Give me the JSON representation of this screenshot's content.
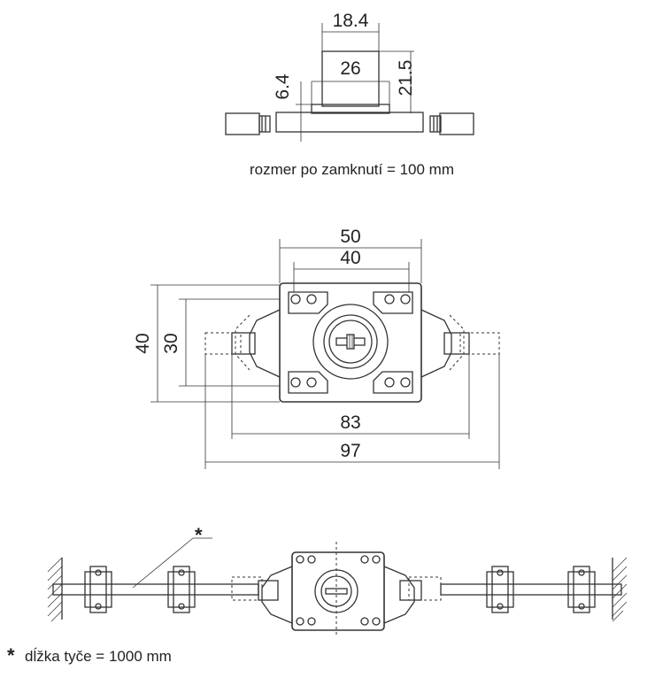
{
  "top_view": {
    "dims": {
      "width_top": "18.4",
      "width_inner": "26",
      "height_total": "21.5",
      "height_base": "6.4"
    },
    "caption": "rozmer po zamknutí = 100 mm"
  },
  "front_view": {
    "dims": {
      "outer_width": "50",
      "inner_width": "40",
      "outer_height": "40",
      "inner_height": "30",
      "bolt_span": "83",
      "total_span": "97"
    }
  },
  "assembly_view": {
    "marker": "*",
    "footnote_marker": "*",
    "footnote": "dĺžka tyče = 1000 mm"
  }
}
